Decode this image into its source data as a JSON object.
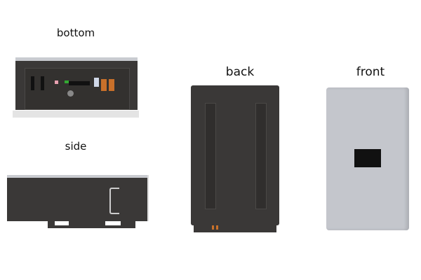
{
  "views": {
    "bottom": {
      "label": "bottom"
    },
    "side": {
      "label": "side"
    },
    "back": {
      "label": "back"
    },
    "front": {
      "label": "front"
    }
  },
  "colors": {
    "body_dark": "#3a3837",
    "cover_silver": "#c9cbd0",
    "terminal_orange": "#c8702a",
    "display_black": "#111111"
  }
}
